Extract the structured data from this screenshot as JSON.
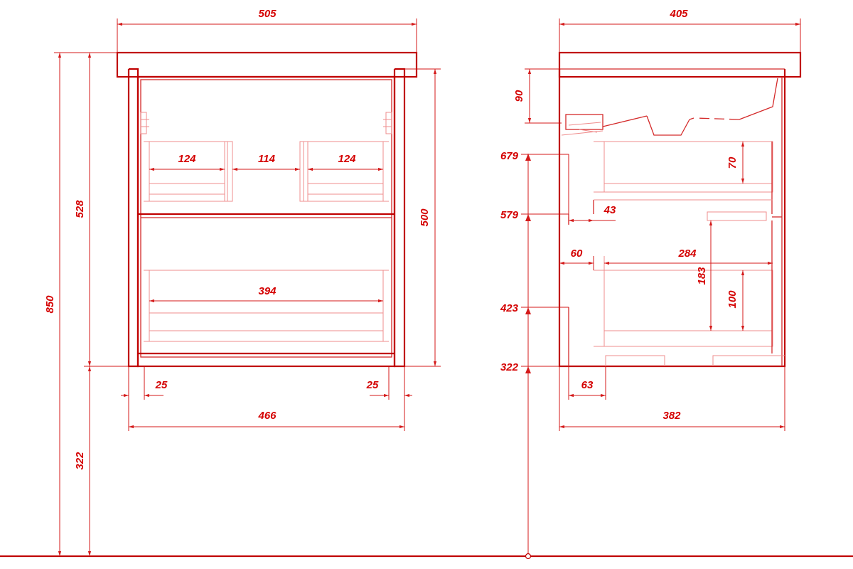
{
  "colors": {
    "line": "#c00000",
    "text": "#d40000",
    "background": "#ffffff"
  },
  "front_view": {
    "top_width": "505",
    "body_height": "528",
    "total_height": "850",
    "mount_height": "322",
    "inner_height": "500",
    "drawer_left_width": "124",
    "drawer_gap": "114",
    "drawer_right_width": "124",
    "lower_drawer_width": "394",
    "side_left": "25",
    "side_right": "25",
    "body_width": "466"
  },
  "side_view": {
    "top_depth": "405",
    "top_thickness": "90",
    "level_upper": "679",
    "level_middle": "579",
    "level_lower": "423",
    "level_bottom": "322",
    "upper_drawer_height": "70",
    "upper_offset": "43",
    "front_offset": "60",
    "drawer_depth": "284",
    "lower_cutout_height": "183",
    "lower_drawer_height": "100",
    "foot_offset": "63",
    "body_depth": "382"
  }
}
